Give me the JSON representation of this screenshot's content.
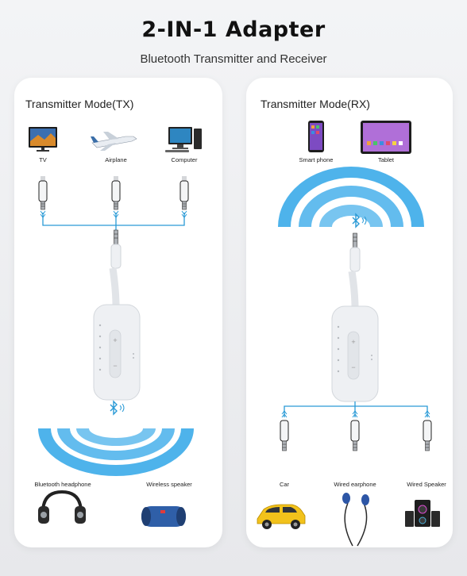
{
  "header": {
    "title": "2-IN-1 Adapter",
    "subtitle": "Bluetooth Transmitter and Receiver"
  },
  "tx": {
    "mode_title": "Transmitter Mode(TX)",
    "sources": [
      "TV",
      "Airplane",
      "Computer"
    ],
    "outputs": [
      "Bluetooth headphone",
      "Wireless speaker"
    ]
  },
  "rx": {
    "mode_title": "Transmitter Mode(RX)",
    "sources": [
      "Smart phone",
      "Tablet"
    ],
    "outputs": [
      "Car",
      "Wired earphone",
      "Wired Speaker"
    ]
  },
  "colors": {
    "wire": "#2a9ad6",
    "signal": "#2fa6e8",
    "device": "#eef0f3"
  }
}
